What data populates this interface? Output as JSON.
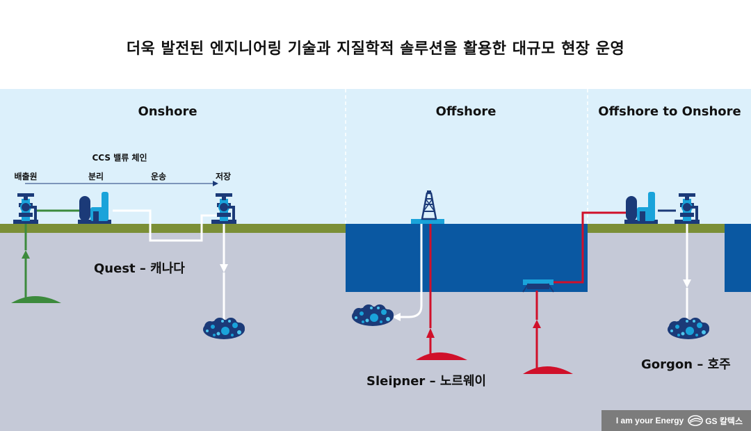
{
  "title": "더욱 발전된 엔지니어링 기술과 지질학적 솔루션을 활용한 대규모 현장 운영",
  "sections": {
    "onshore": "Onshore",
    "offshore": "Offshore",
    "offshore_to_onshore": "Offshore to Onshore"
  },
  "value_chain": {
    "title": "CCS 밸류 체인",
    "steps": [
      "배출원",
      "분리",
      "운송",
      "저장"
    ]
  },
  "sites": {
    "quest": "Quest – 캐나다",
    "sleipner": "Sleipner – 노르웨이",
    "gorgon": "Gorgon – 호주"
  },
  "footer": {
    "tagline": "I am your Energy",
    "brand": "GS 칼텍스"
  },
  "colors": {
    "sky": "#dcf0fb",
    "ground": "#c5c9d7",
    "grass": "#7b8f36",
    "sea": "#0a58a2",
    "equipment": "#1b3a78",
    "accent": "#1aa3da",
    "pipe_green": "#3c8a3c",
    "pipe_red": "#d0102a",
    "pipe_white": "#ffffff",
    "footer_bg": "#7c7c7c"
  },
  "icons": [
    "valve-wellhead-icon",
    "separation-unit-icon",
    "oil-rig-icon",
    "subsea-template-icon",
    "co2-storage-blob-icon",
    "gs-logo-icon"
  ]
}
